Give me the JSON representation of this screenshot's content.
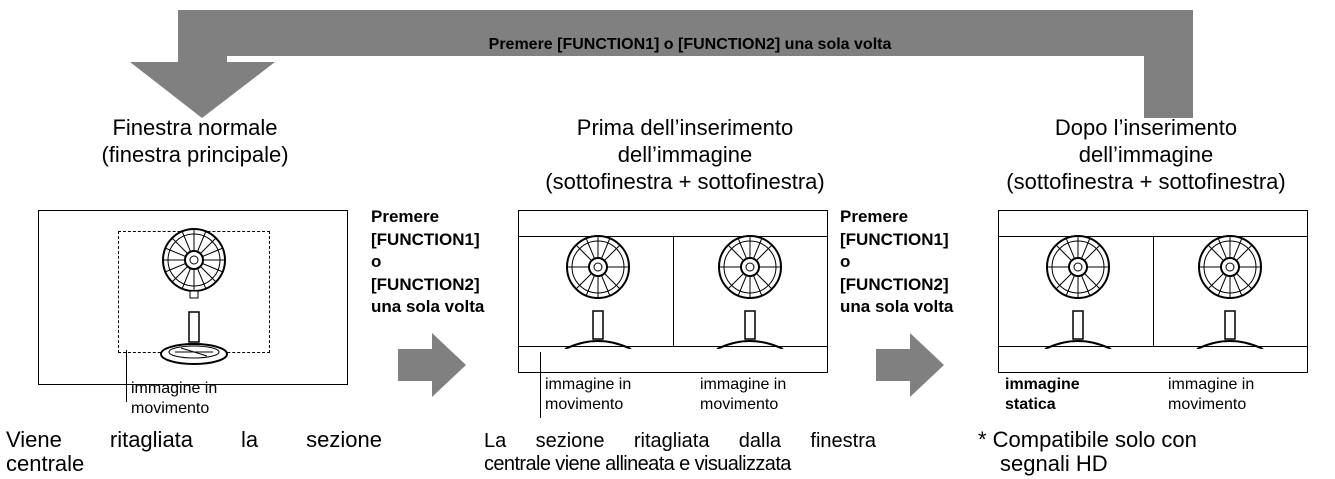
{
  "loop_label": "Premere [FUNCTION1] o [FUNCTION2] una sola volta",
  "panels": [
    {
      "title_lines": [
        "Finestra normale",
        "(finestra principale)"
      ],
      "captions": [
        {
          "lines": [
            "immagine  in",
            "movimento"
          ],
          "bold": false
        }
      ],
      "description_lines": [
        "Viene ritagliata la sezione",
        "centrale"
      ]
    },
    {
      "title_lines": [
        "Prima dell’inserimento",
        "dell’immagine",
        "(sottofinestra + sottofinestra)"
      ],
      "captions": [
        {
          "lines": [
            "immagine in",
            "movimento"
          ],
          "bold": false
        },
        {
          "lines": [
            "immagine in",
            "movimento"
          ],
          "bold": false
        }
      ],
      "description_lines": [
        "La sezione ritagliata dalla finestra",
        "centrale viene allineata e visualizzata"
      ]
    },
    {
      "title_lines": [
        "Dopo l’inserimento",
        "dell’immagine",
        "(sottofinestra + sottofinestra)"
      ],
      "captions": [
        {
          "lines": [
            "immagine",
            "statica"
          ],
          "bold": true
        },
        {
          "lines": [
            "immagine  in",
            "movimento"
          ],
          "bold": false
        }
      ],
      "description_lines": [
        "* Compatibile solo con",
        "segnali HD"
      ]
    }
  ],
  "step_labels": [
    [
      "Premere",
      "[FUNCTION1]",
      "o",
      "[FUNCTION2]",
      "una sola volta"
    ],
    [
      "Premere",
      "[FUNCTION1]",
      "o",
      "[FUNCTION2]",
      "una sola volta"
    ]
  ],
  "colors": {
    "arrow": "#808080",
    "line": "#000000",
    "background": "#ffffff"
  },
  "icons": [
    "loop-arrow-icon",
    "right-arrow-icon",
    "fan-icon"
  ]
}
